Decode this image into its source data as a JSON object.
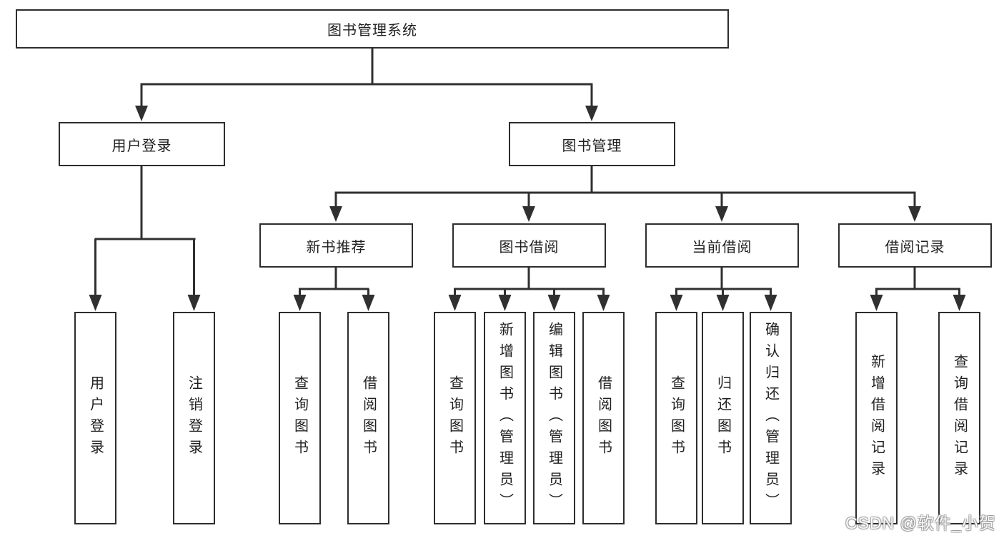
{
  "diagram": {
    "root": {
      "label": "图书管理系统"
    },
    "level2": [
      {
        "id": "user-login",
        "label": "用户登录"
      },
      {
        "id": "book-management",
        "label": "图书管理"
      }
    ],
    "level3": [
      {
        "id": "new-book-recommend",
        "label": "新书推荐",
        "parent": "图书管理"
      },
      {
        "id": "book-borrowing",
        "label": "图书借阅",
        "parent": "图书管理"
      },
      {
        "id": "current-borrowing",
        "label": "当前借阅",
        "parent": "图书管理"
      },
      {
        "id": "borrowing-records",
        "label": "借阅记录",
        "parent": "图书管理"
      }
    ],
    "leaves": [
      {
        "label": "用户登录",
        "parent": "用户登录"
      },
      {
        "label": "注销登录",
        "parent": "用户登录"
      },
      {
        "label": "查询图书",
        "parent": "新书推荐"
      },
      {
        "label": "借阅图书",
        "parent": "新书推荐"
      },
      {
        "label": "查询图书",
        "parent": "图书借阅"
      },
      {
        "label": "新增图书（管理员）",
        "parent": "图书借阅"
      },
      {
        "label": "编辑图书（管理员）",
        "parent": "图书借阅"
      },
      {
        "label": "借阅图书",
        "parent": "图书借阅"
      },
      {
        "label": "查询图书",
        "parent": "当前借阅"
      },
      {
        "label": "归还图书",
        "parent": "当前借阅"
      },
      {
        "label": "确认归还（管理员）",
        "parent": "当前借阅"
      },
      {
        "label": "新增借阅记录",
        "parent": "借阅记录"
      },
      {
        "label": "查询借阅记录",
        "parent": "借阅记录"
      }
    ],
    "watermark": "CSDN @软件_小贺同学",
    "colors": {
      "line": "#303030",
      "box_border": "#2d2d2d",
      "text": "#1f1f1f",
      "background": "#ffffff"
    }
  }
}
